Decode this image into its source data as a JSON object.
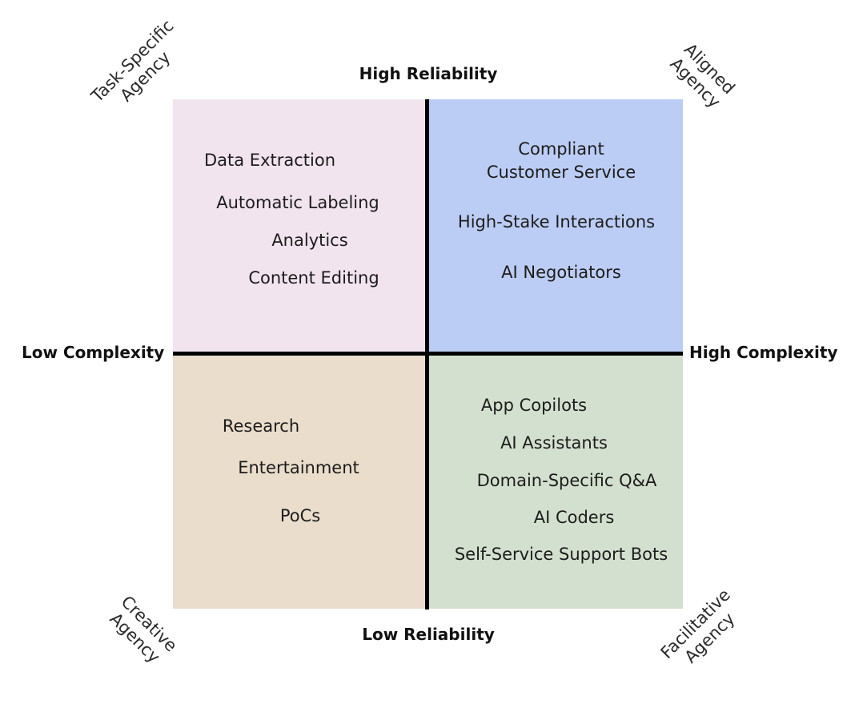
{
  "colors": {
    "top_left": "#f1e4ef",
    "top_right": "#bccdf5",
    "bottom_left": "#eaddcb",
    "bottom_right": "#d4e0cf",
    "axis_line": "#000000"
  },
  "axes": {
    "top": "High Reliability",
    "bottom": "Low Reliability",
    "left": "Low Complexity",
    "right": "High Complexity"
  },
  "corners": {
    "top_left": [
      "Task-Specific",
      "Agency"
    ],
    "top_right": [
      "Aligned",
      "Agency"
    ],
    "bottom_left": [
      "Creative",
      "Agency"
    ],
    "bottom_right": [
      "Facilitative",
      "Agency"
    ]
  },
  "quadrants": {
    "top_left": [
      "Data Extraction",
      "Automatic Labeling",
      "Analytics",
      "Content Editing"
    ],
    "top_right": [
      "Compliant",
      "Customer Service",
      "High-Stake Interactions",
      "AI Negotiators"
    ],
    "bottom_left": [
      "Research",
      "Entertainment",
      "PoCs"
    ],
    "bottom_right": [
      "App Copilots",
      "AI Assistants",
      "Domain-Specific Q&A",
      "AI Coders",
      "Self-Service Support Bots"
    ]
  }
}
